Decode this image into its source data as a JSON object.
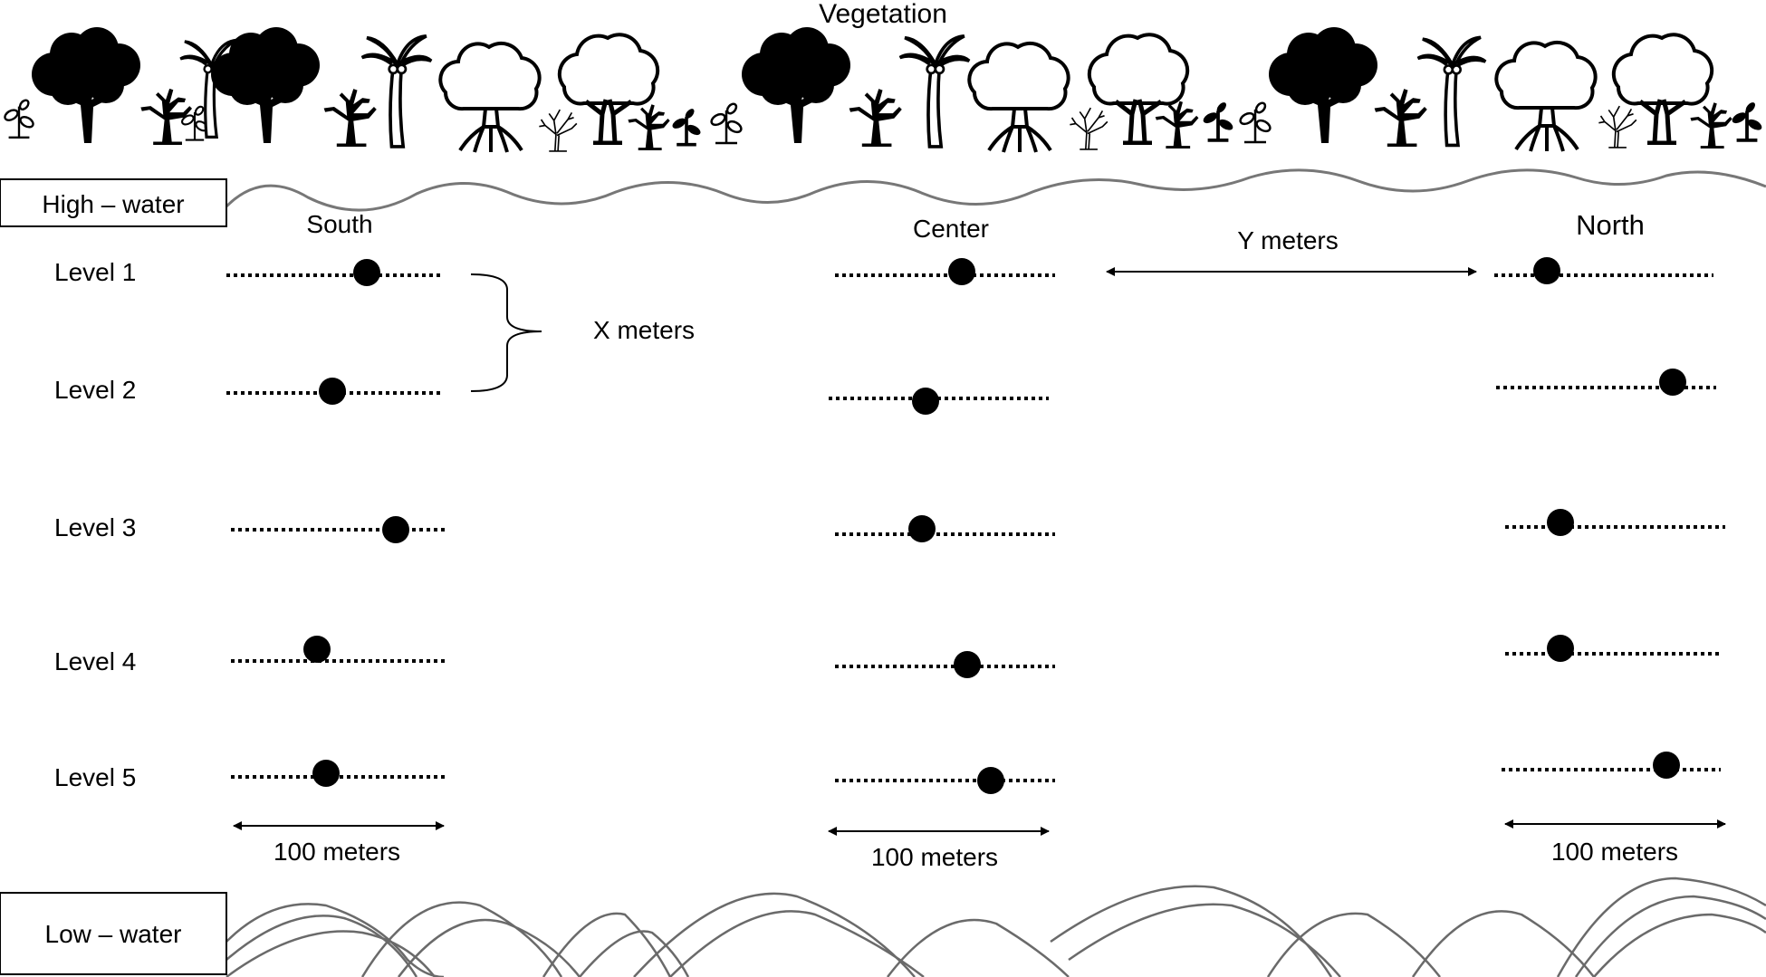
{
  "title": "Vegetation",
  "high_water_label": "High – water",
  "low_water_label": "Low – water",
  "sites": [
    {
      "key": "south",
      "label": "South"
    },
    {
      "key": "center",
      "label": "Center"
    },
    {
      "key": "north",
      "label": "North"
    }
  ],
  "levels": [
    "Level 1",
    "Level 2",
    "Level 3",
    "Level 4",
    "Level 5"
  ],
  "x_meters_label": "X meters",
  "y_meters_label": "Y meters",
  "distance_label": "100 meters",
  "vegetation_icons": [
    "tree-icon",
    "bare-tree-icon",
    "palm-tree-icon",
    "mangrove-tree-icon",
    "seedling-icon"
  ]
}
